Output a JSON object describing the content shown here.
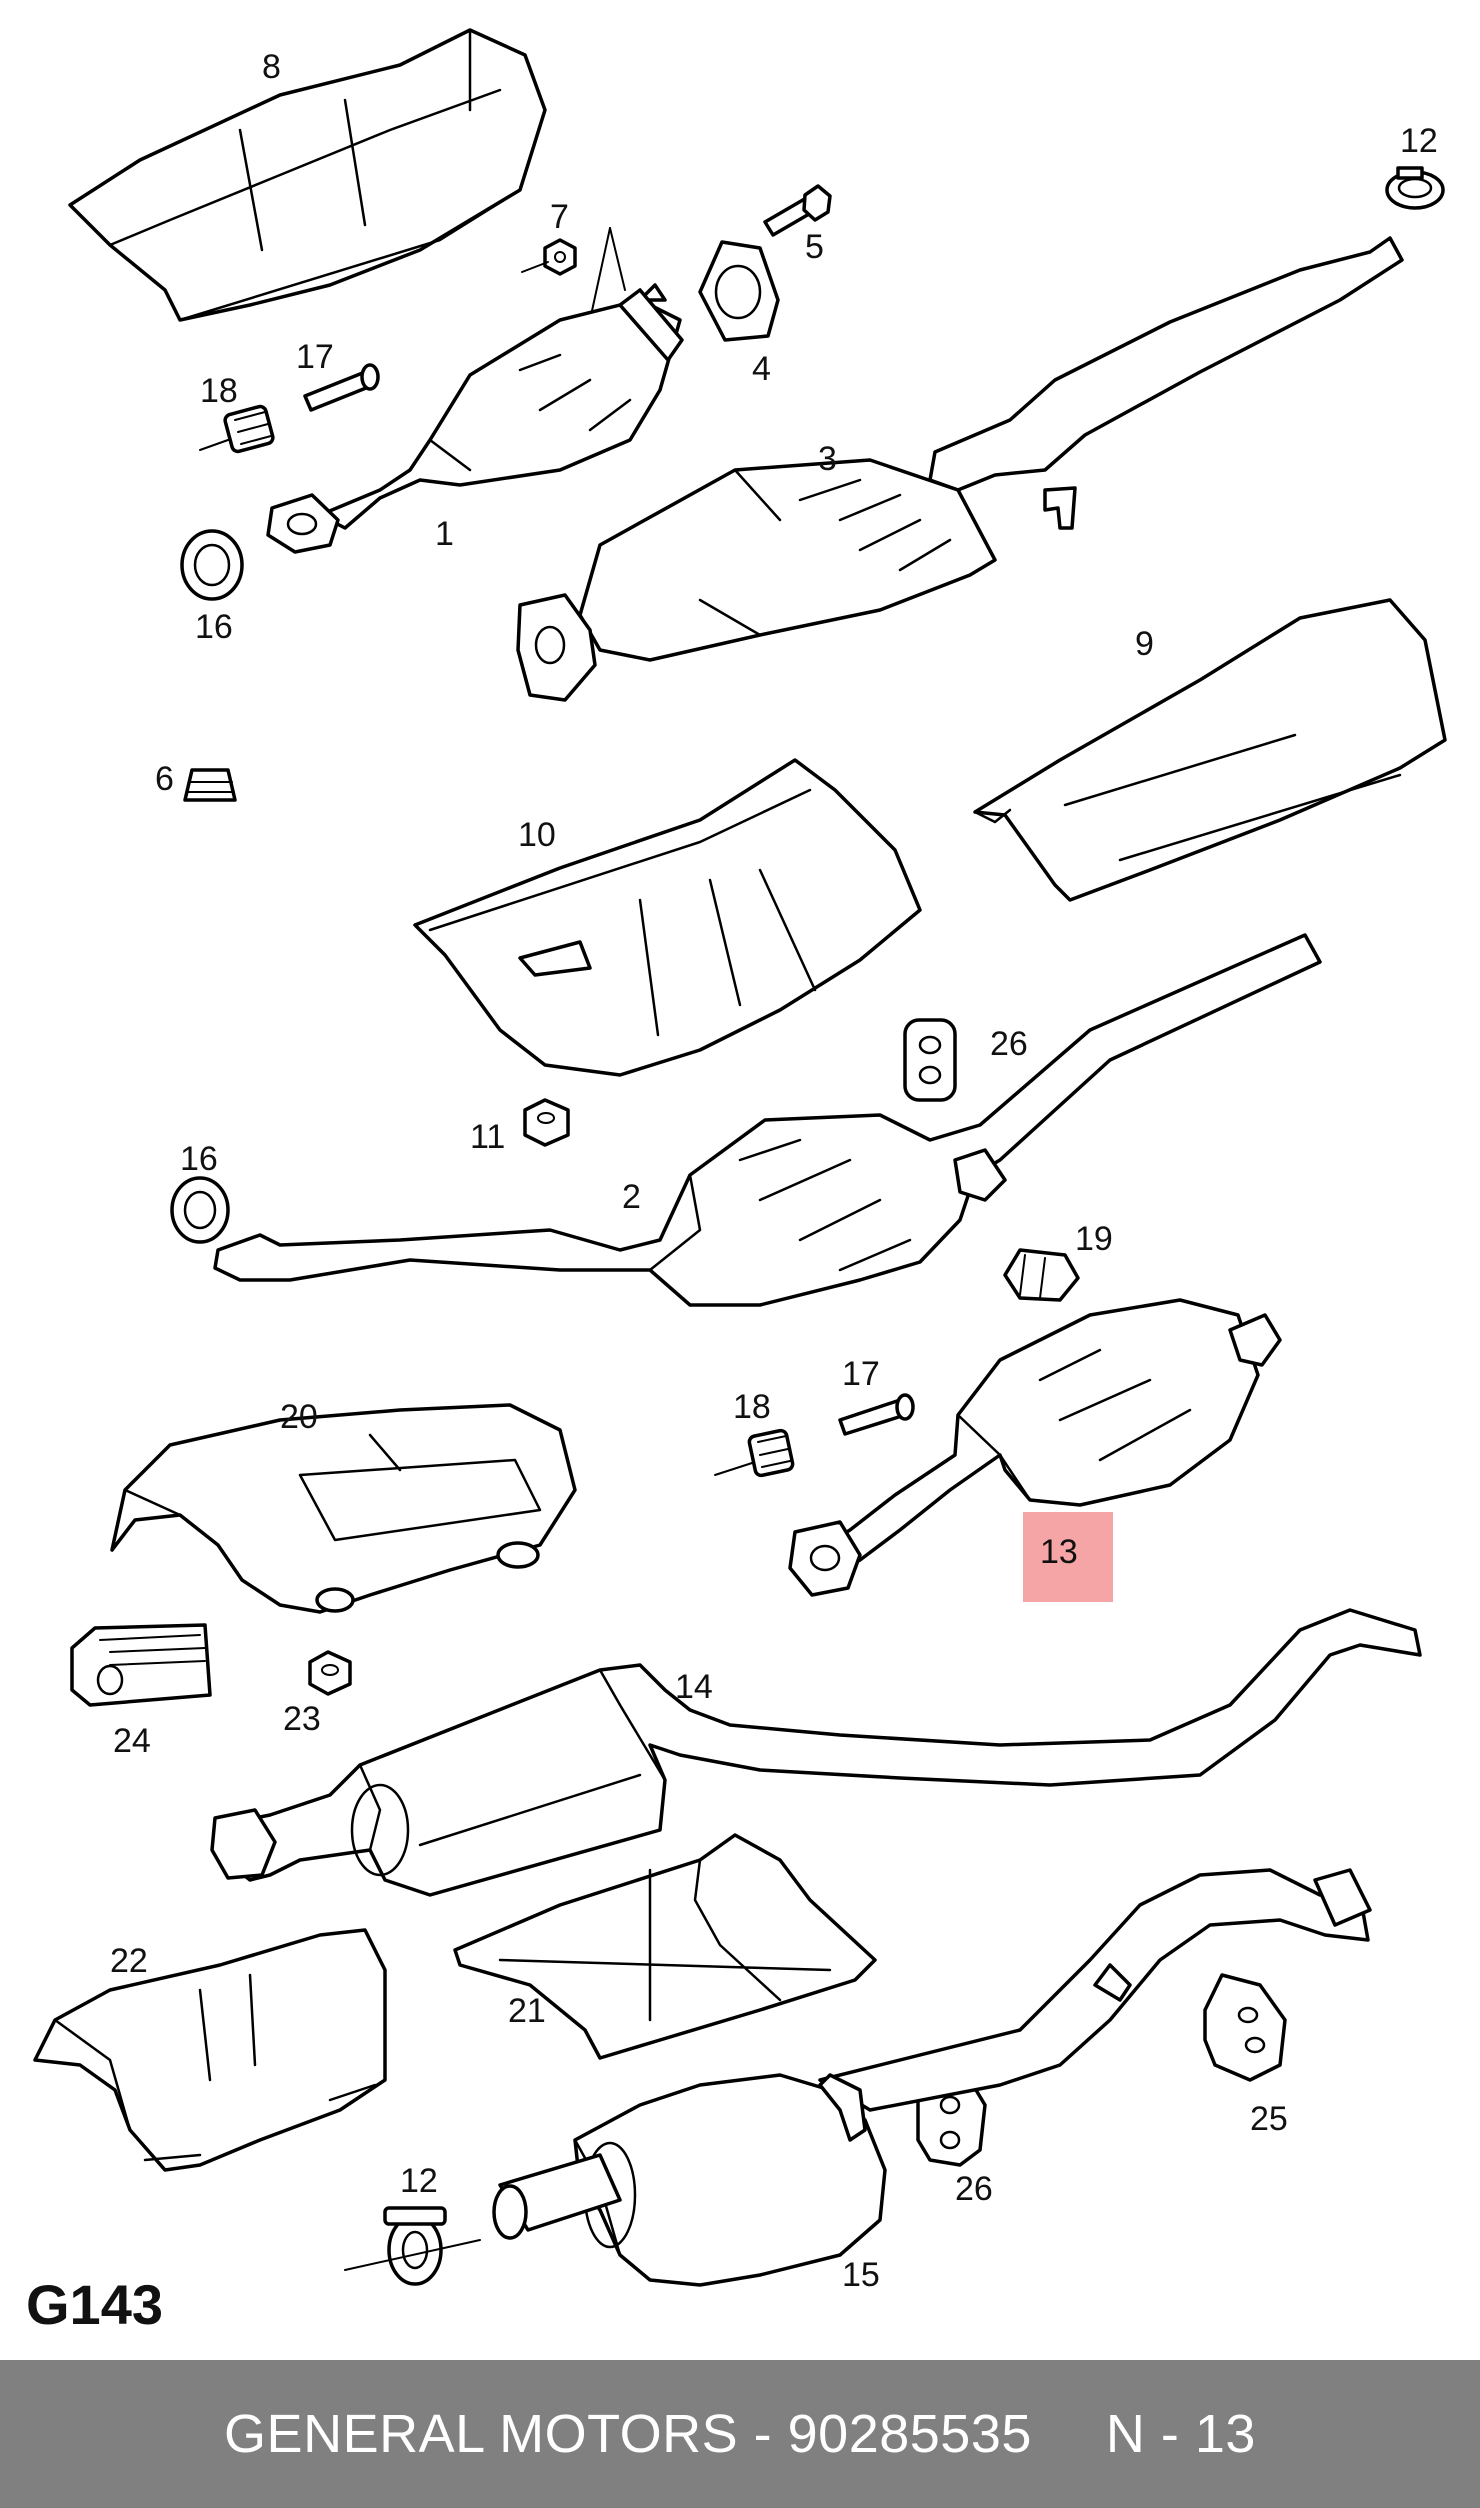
{
  "diagram_code": "G143",
  "footer": {
    "brand_part": "GENERAL MOTORS - 90285535",
    "ref": "N - 13"
  },
  "highlight": {
    "label": "13",
    "color": "#f4a0a0"
  },
  "labels": {
    "p1": "1",
    "p2": "2",
    "p3": "3",
    "p4": "4",
    "p5": "5",
    "p6": "6",
    "p7": "7",
    "p8": "8",
    "p9": "9",
    "p10": "10",
    "p11": "11",
    "p12a": "12",
    "p12b": "12",
    "p13": "13",
    "p14": "14",
    "p15": "15",
    "p16a": "16",
    "p16b": "16",
    "p17a": "17",
    "p17b": "17",
    "p18a": "18",
    "p18b": "18",
    "p19": "19",
    "p20": "20",
    "p21": "21",
    "p22": "22",
    "p23": "23",
    "p24": "24",
    "p25": "25",
    "p26a": "26",
    "p26b": "26"
  }
}
